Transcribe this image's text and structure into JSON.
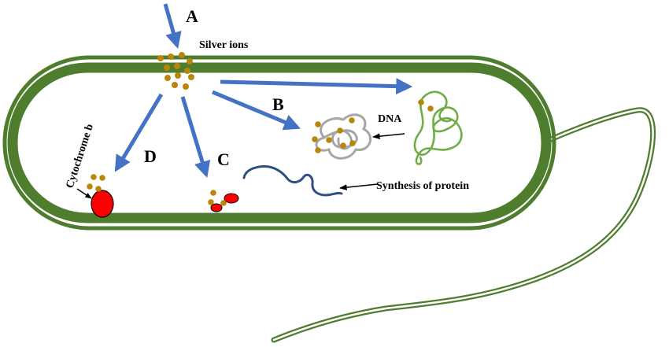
{
  "labels": {
    "step_a": "A",
    "step_b": "B",
    "step_c": "C",
    "step_d": "D",
    "silver_ions": "Silver ions",
    "dna": "DNA",
    "cytochrome": "Cytochrome b",
    "protein_synthesis": "Synthesis of protein"
  },
  "colors": {
    "membrane": "#4f7d2e",
    "arrow": "#4472c4",
    "ion": "#b8860b",
    "dna": "#70ad47",
    "damaged_dna": "#a6a6a6",
    "protein": "#2f4e84",
    "red_target": "#ff0000"
  }
}
